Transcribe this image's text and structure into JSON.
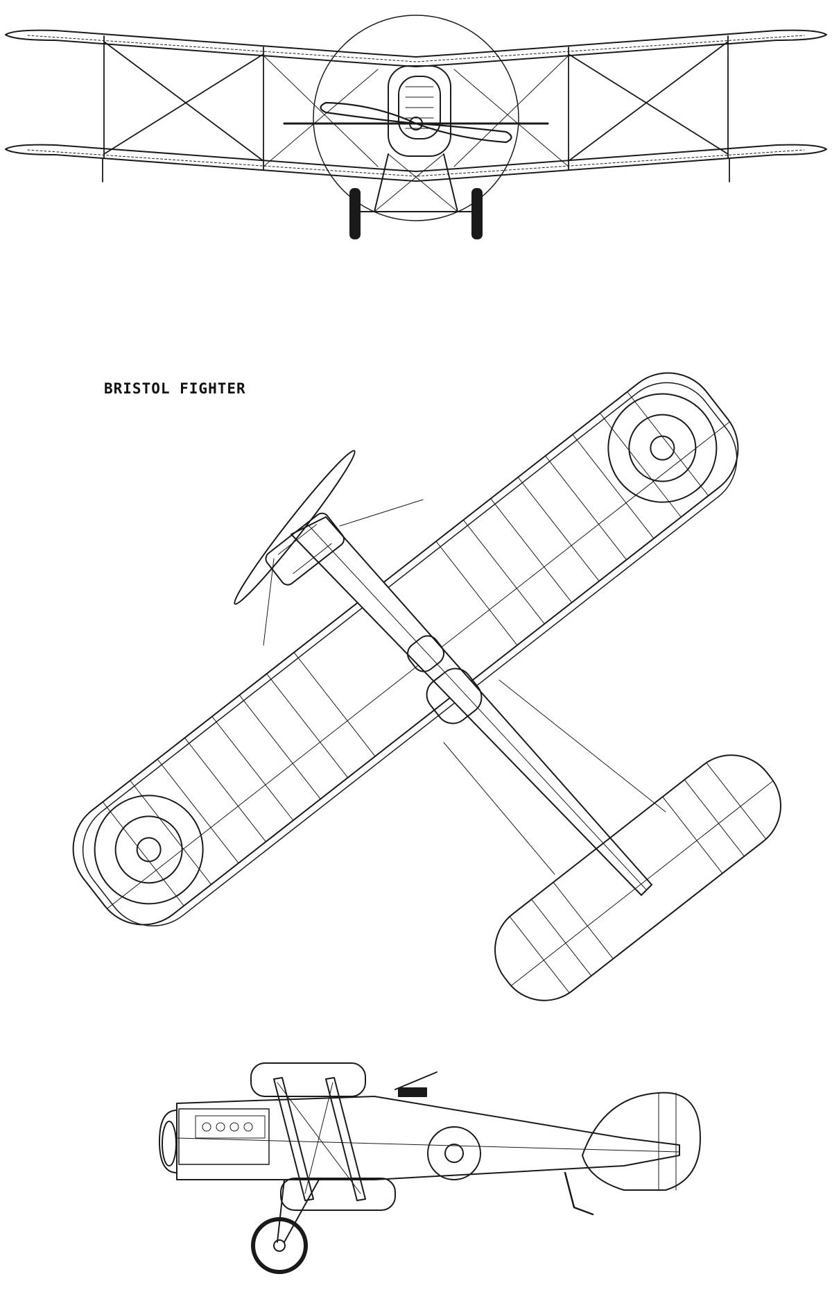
{
  "diagram": {
    "title": "BRISTOL FIGHTER",
    "views": [
      "front-view",
      "plan-view",
      "side-view"
    ]
  },
  "colors": {
    "ink": "#1a1a1a",
    "paper": "#ffffff"
  }
}
